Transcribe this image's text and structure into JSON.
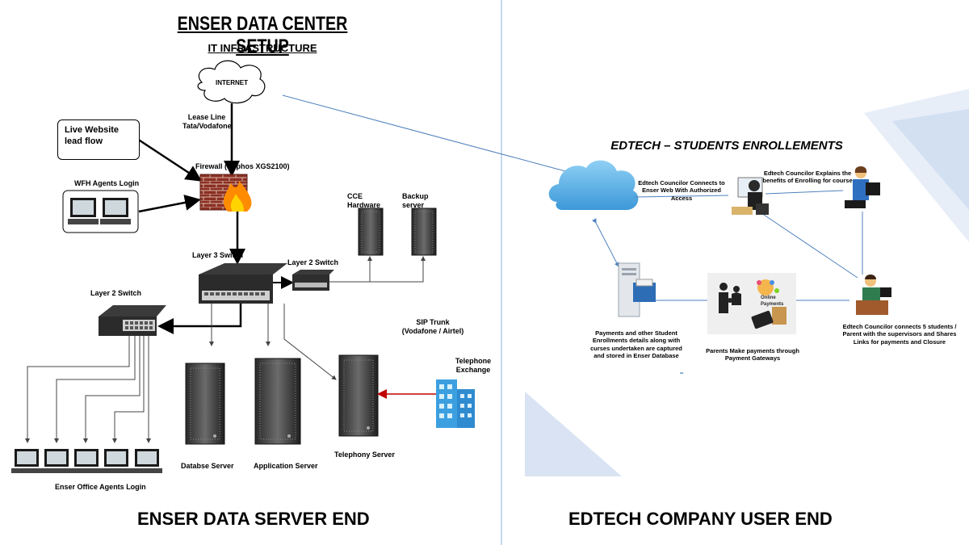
{
  "left": {
    "title": "ENSER DATA CENTER SETUP",
    "subtitle": "IT INFRASTRUCTURE",
    "internet": "INTERNET",
    "lease_line": "Lease Line\nTata/Vodafone",
    "firewall": "Firewall (Sophos XGS2100)",
    "live_website": "Live Website lead flow",
    "wfh_login": "WFH Agents Login",
    "cce_hardware": "CCE Hardware",
    "backup_server": "Backup server",
    "layer3_switch": "Layer 3 Switch",
    "layer2_switch_right": "Layer 2 Switch",
    "layer2_switch_left": "Layer 2 Switch",
    "sip_trunk": "SIP Trunk\n(Vodafone / Airtel)",
    "telephone_exchange": "Telephone Exchange",
    "database_server": "Databse Server",
    "application_server": "Application Server",
    "telephony_server": "Telephony Server",
    "office_agents_login": "Enser Office Agents Login",
    "footer": "ENSER DATA SERVER END"
  },
  "right": {
    "title": "EDTECH – STUDENTS ENROLLEMENTS",
    "connects_web": "Edtech Councilor Connects to Enser Web With Authorized Access",
    "explains_benefits": "Edtech Councilor Explains the benefits of Enrolling for course",
    "payments_stored": "Payments and other Student Enrollments details along with curses undertaken are captured and stored in Enser Database",
    "parents_pay": "Parents Make payments through Payment Gateways",
    "online_payments": "Online Payments",
    "councilor_connects": "Edtech Councilor connects 5 students / Parent with the supervisors and Shares Links for payments and Closure",
    "stray_mark": "••",
    "footer": "EDTECH COMPANY USER END"
  },
  "colors": {
    "cloud_blue": "#5aaee6",
    "connector_blue": "#4f81bd",
    "arrow_red": "#c00000",
    "divider": "#8eb4e3"
  }
}
